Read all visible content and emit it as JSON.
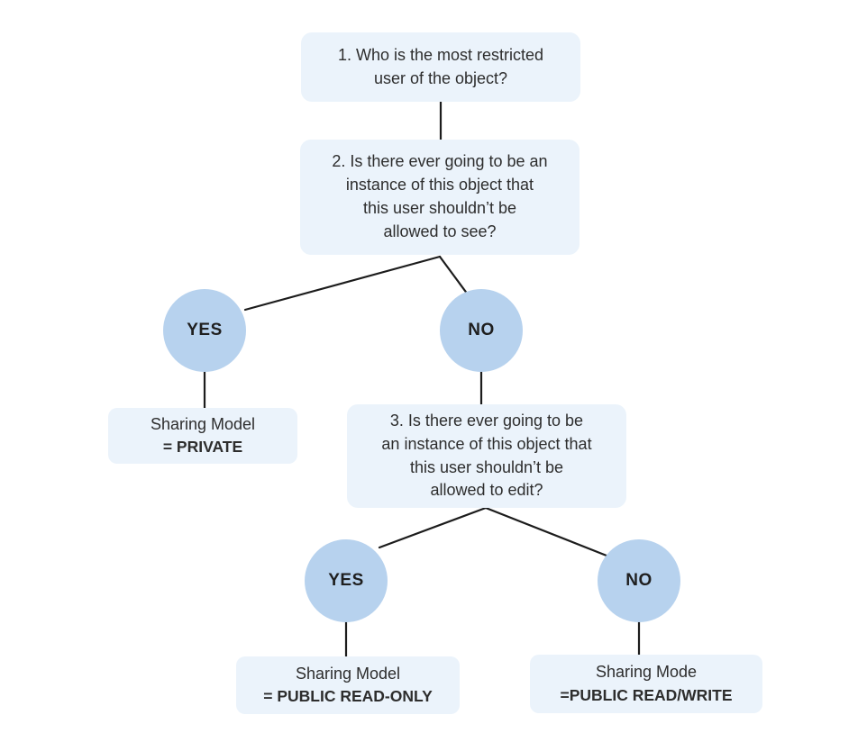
{
  "colors": {
    "background": "#ffffff",
    "box_fill": "#EBF3FB",
    "circle_fill": "#B7D2EE",
    "connector": "#1c1c1c",
    "text": "#2d2d2d"
  },
  "nodes": {
    "q1": {
      "text": "1. Who is the most restricted\nuser of the object?"
    },
    "q2": {
      "text": "2. Is there ever going to be an\ninstance of this object that\nthis user shouldn’t be\nallowed to see?"
    },
    "yes1": {
      "label": "YES"
    },
    "no1": {
      "label": "NO"
    },
    "result_private": {
      "title": "Sharing Model",
      "value": "= PRIVATE"
    },
    "q3": {
      "text": "3. Is there ever going to be\nan instance of this object that\nthis user shouldn’t be\nallowed to edit?"
    },
    "yes2": {
      "label": "YES"
    },
    "no2": {
      "label": "NO"
    },
    "result_readonly": {
      "title": "Sharing Model",
      "value": "= PUBLIC READ-ONLY"
    },
    "result_readwrite": {
      "title": "Sharing Mode",
      "value": "=PUBLIC READ/WRITE"
    }
  }
}
